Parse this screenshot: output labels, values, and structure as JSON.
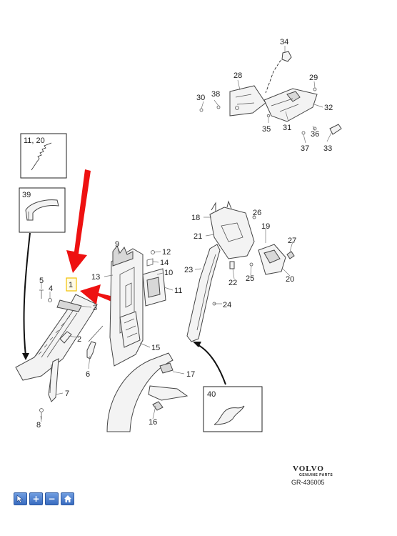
{
  "callouts": {
    "c1": "1",
    "c2": "2",
    "c3": "3",
    "c4": "4",
    "c5": "5",
    "c6": "6",
    "c7": "7",
    "c8": "8",
    "c9": "9",
    "c10": "10",
    "c11": "11",
    "c12": "12",
    "c13": "13",
    "c14": "14",
    "c15": "15",
    "c16": "16",
    "c17": "17",
    "c18": "18",
    "c19": "19",
    "c20": "20",
    "c21": "21",
    "c22": "22",
    "c23": "23",
    "c24": "24",
    "c25": "25",
    "c26": "26",
    "c27": "27",
    "c28": "28",
    "c29": "29",
    "c30": "30",
    "c31": "31",
    "c32": "32",
    "c33": "33",
    "c34": "34",
    "c35": "35",
    "c36": "36",
    "c37": "37",
    "c38": "38"
  },
  "insets": {
    "spring": "11, 20",
    "handle": "39",
    "patch": "40"
  },
  "brand": {
    "logo": "VOLVO",
    "sub": "GENUINE PARTS",
    "reference": "GR-436005"
  },
  "toolbar": {
    "icons": [
      "cursor-icon",
      "zoom-in-icon",
      "zoom-out-icon",
      "home-icon"
    ],
    "zoom_in_glyph": "+",
    "zoom_out_glyph": "−"
  },
  "colors": {
    "arrow": "#ee1111",
    "highlight": "#f2c200",
    "toolbar": "#3a6cc0"
  }
}
